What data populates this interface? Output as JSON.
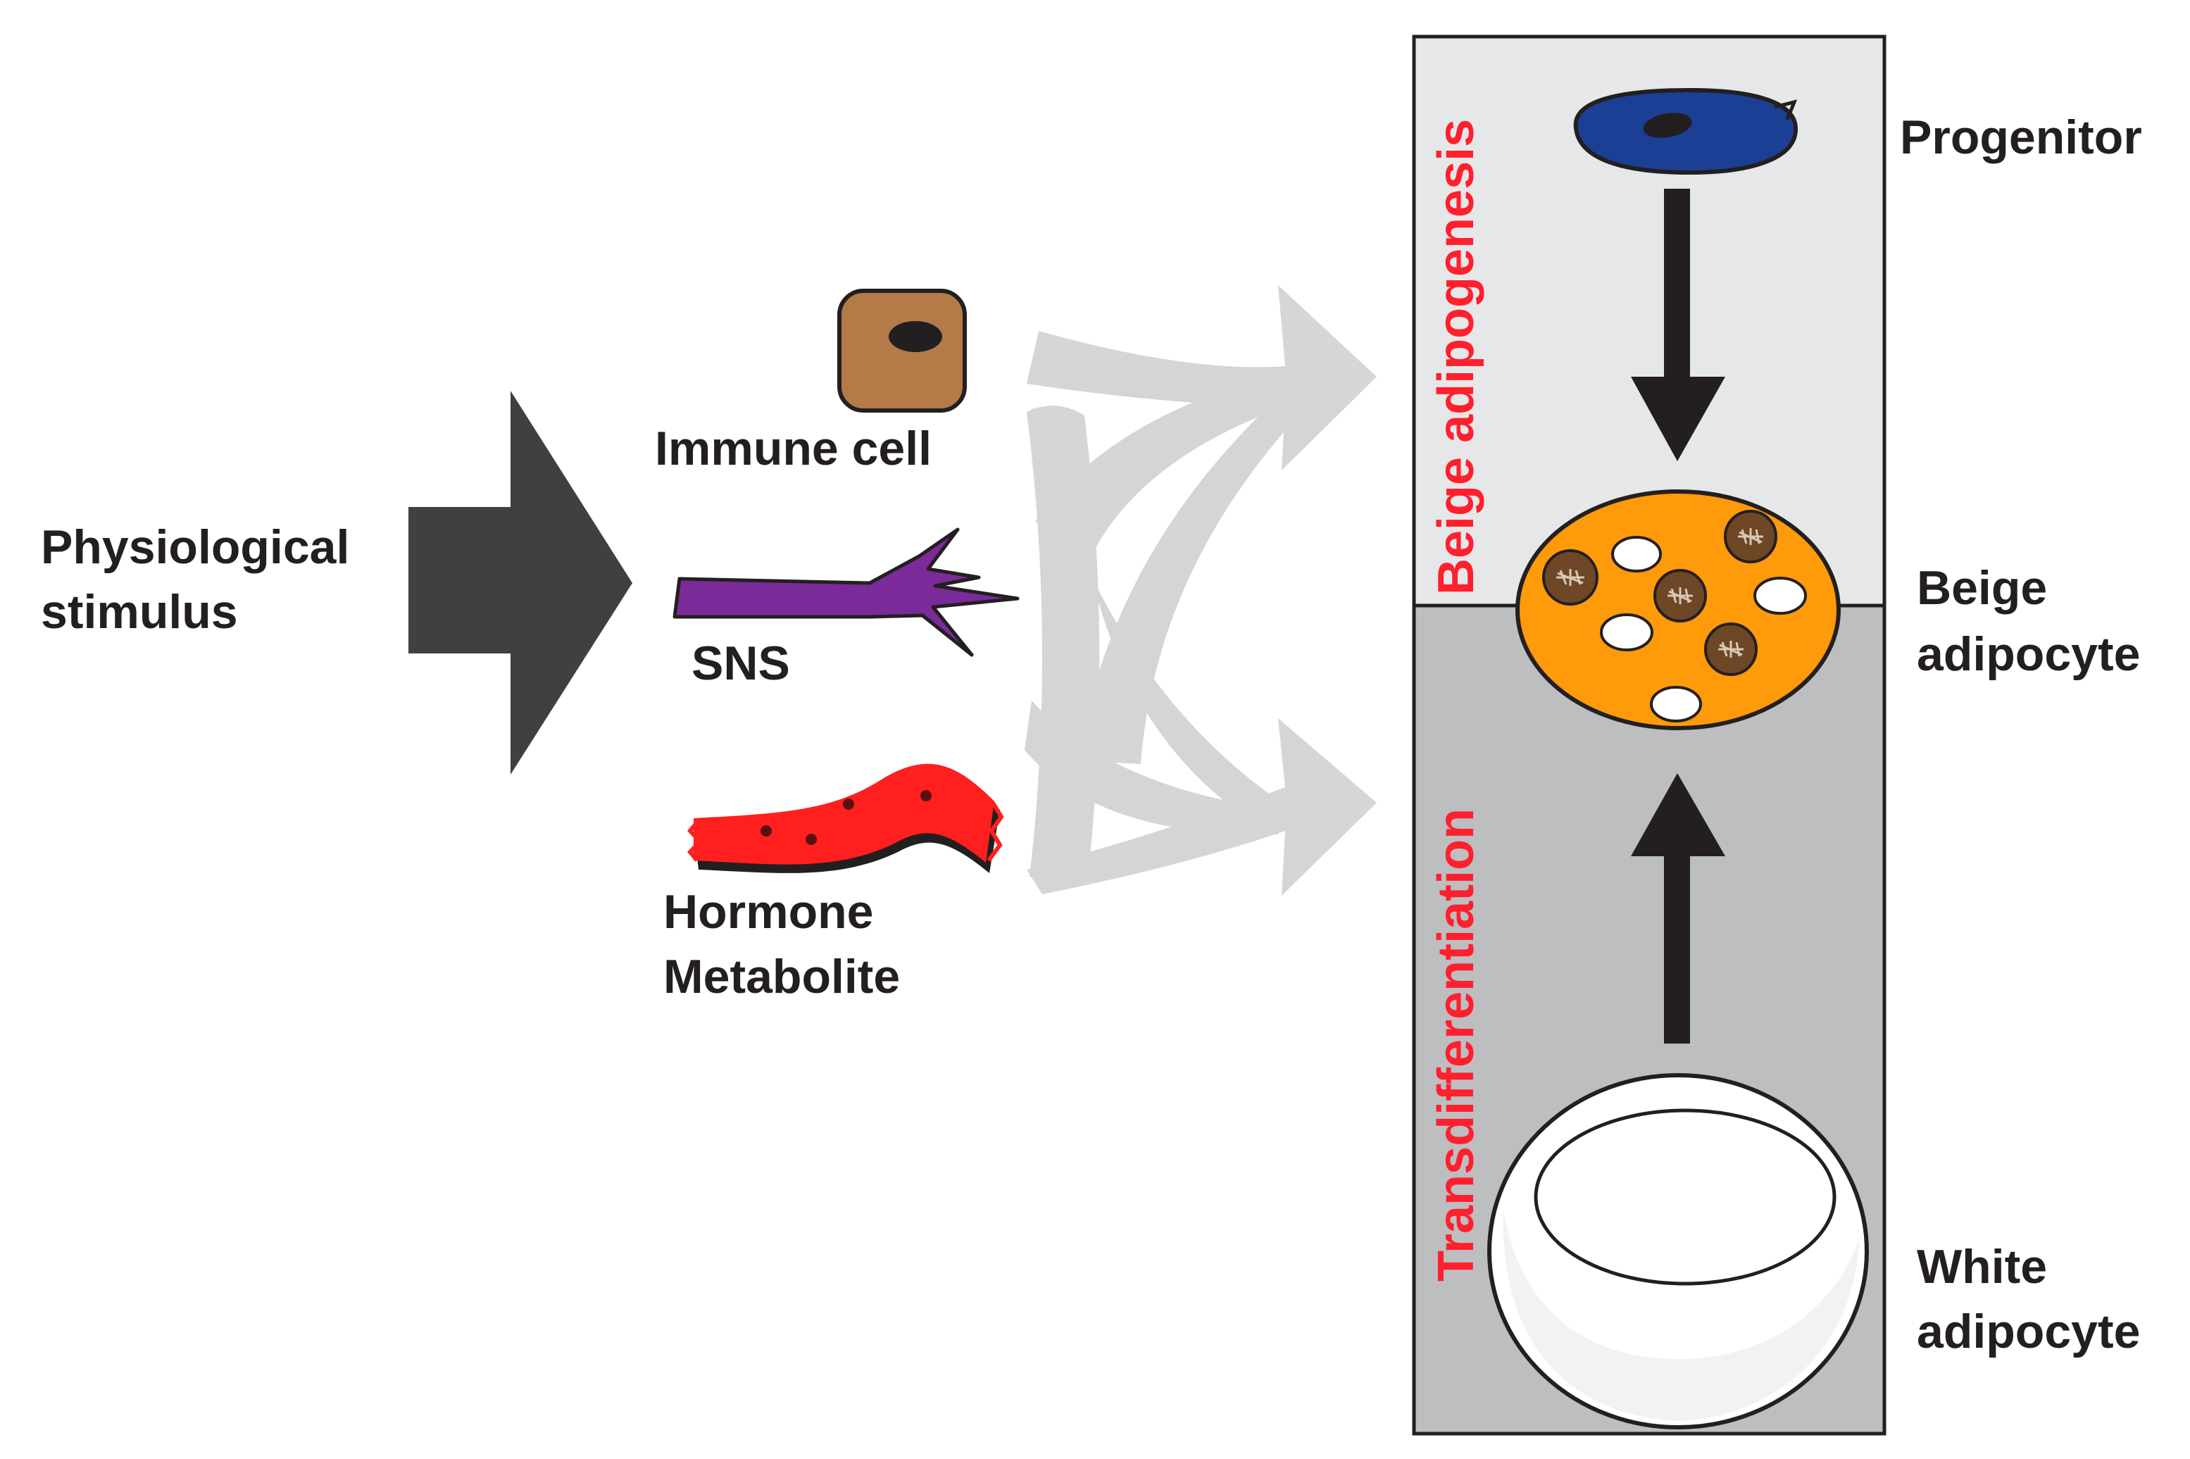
{
  "colors": {
    "background": "#ffffff",
    "dark_arrow": "#404040",
    "pathway_arrow": "#cfd0d2",
    "panel_top": "#e6e7e8",
    "panel_bottom": "#bcbec0",
    "panel_label": "#ff1f2d",
    "immune_cell": "#b47a48",
    "sns_nerve": "#7b2a9a",
    "vessel": "#ff1f1f",
    "progenitor": "#1c3f96",
    "beige_adipocyte": "#ff9a0a",
    "mitochondrion": "#6e4726",
    "white_adipocyte": "#ffffff",
    "outline": "#231f20"
  },
  "stimulus": {
    "line1": "Physiological",
    "line2": "stimulus",
    "icon": "large-right-arrow"
  },
  "mediators": {
    "immune_cell": {
      "label": "Immune cell",
      "icon": "immune-cell"
    },
    "sns": {
      "label": "SNS",
      "icon": "nerve-ending"
    },
    "hormone": {
      "line1": "Hormone",
      "line2": "Metabolite",
      "icon": "blood-vessel"
    }
  },
  "panel": {
    "top_label": "Beige adipogenesis",
    "bottom_label": "Transdifferentiation"
  },
  "cells": {
    "progenitor": {
      "label": "Progenitor",
      "icon": "progenitor-cell"
    },
    "beige": {
      "line1": "Beige",
      "line2": "adipocyte",
      "icon": "beige-adipocyte"
    },
    "white": {
      "line1": "White",
      "line2": "adipocyte",
      "icon": "white-adipocyte"
    }
  }
}
